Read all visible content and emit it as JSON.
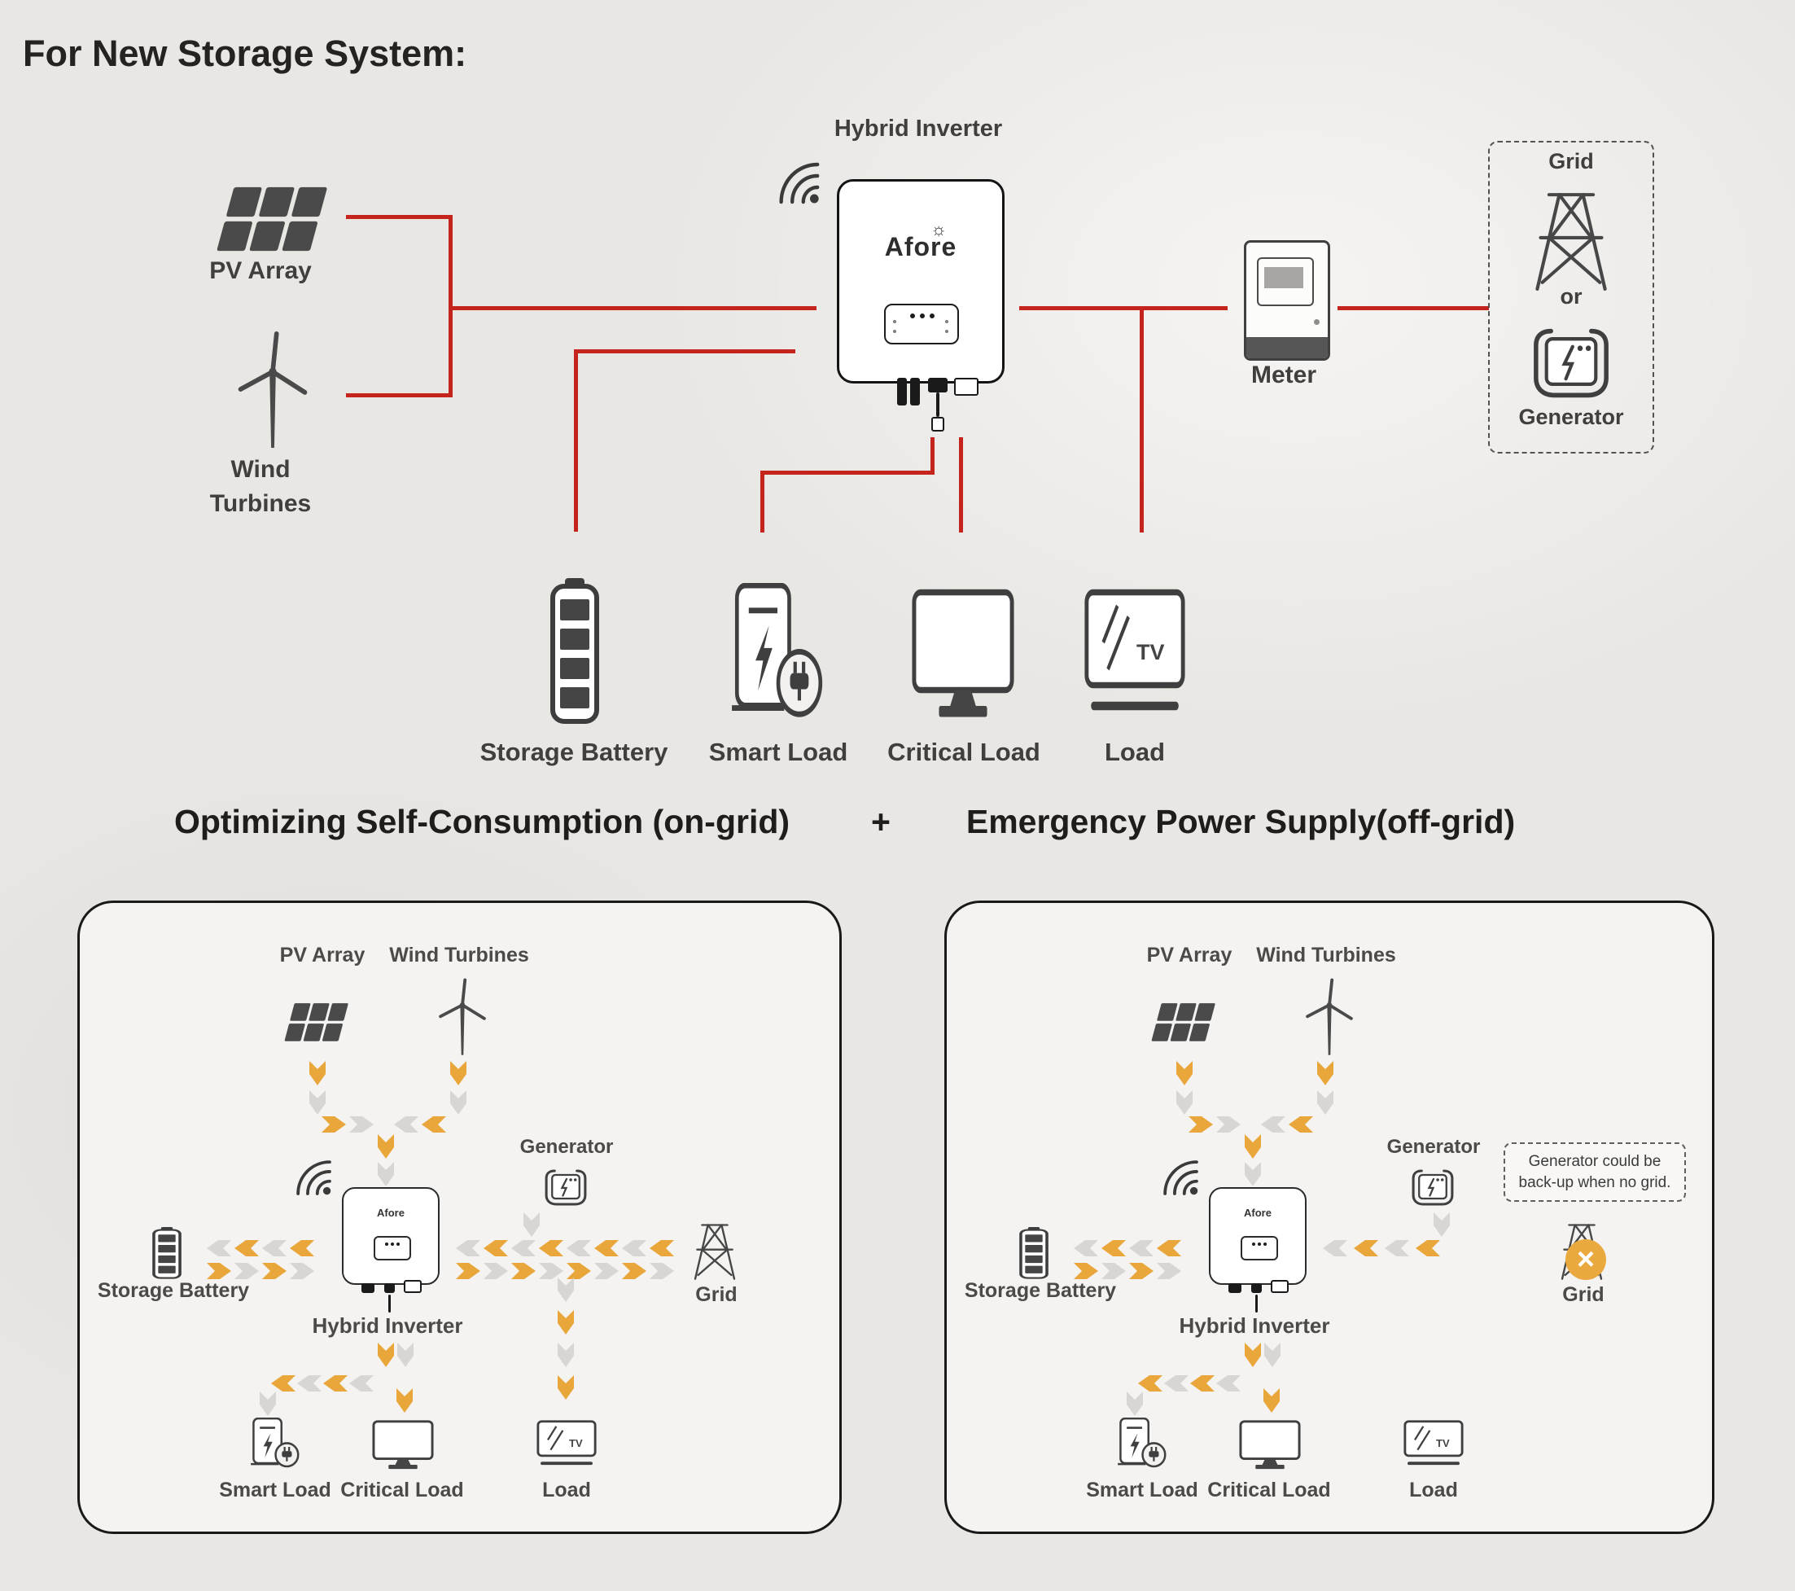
{
  "title": "For New Storage System:",
  "colors": {
    "red_line": "#c5241d",
    "arrow_orange": "#E9A63B",
    "arrow_gray": "#D7D6D2",
    "icon_dark": "#4a4a4a",
    "grid_cross_badge": "#eaa93f"
  },
  "glyphs": {
    "sun": "☼",
    "cross": "×"
  },
  "top": {
    "hybrid_inverter": "Hybrid Inverter",
    "brand": "Afore",
    "pv_array": "PV Array",
    "wind_line1": "Wind",
    "wind_line2": "Turbines",
    "meter": "Meter",
    "grid": "Grid",
    "or": "or",
    "generator": "Generator",
    "storage_battery": "Storage Battery",
    "smart_load": "Smart Load",
    "critical_load": "Critical Load",
    "load": "Load",
    "tv": "TV"
  },
  "headers": {
    "ongrid": "Optimizing Self-Consumption (on-grid)",
    "plus": "+",
    "offgrid": "Emergency Power Supply(off-grid)"
  },
  "ongrid": {
    "pv_array": "PV Array",
    "wind_turbines": "Wind Turbines",
    "generator": "Generator",
    "storage_battery": "Storage Battery",
    "hybrid_inverter": "Hybrid Inverter",
    "brand": "Afore",
    "grid": "Grid",
    "smart_load": "Smart Load",
    "critical_load": "Critical Load",
    "load": "Load",
    "tv": "TV"
  },
  "offgrid": {
    "pv_array": "PV Array",
    "wind_turbines": "Wind Turbines",
    "generator": "Generator",
    "storage_battery": "Storage Battery",
    "hybrid_inverter": "Hybrid Inverter",
    "brand": "Afore",
    "grid": "Grid",
    "smart_load": "Smart Load",
    "critical_load": "Critical Load",
    "load": "Load",
    "tv": "TV",
    "note_line1": "Generator could be",
    "note_line2": "back-up when no grid."
  }
}
